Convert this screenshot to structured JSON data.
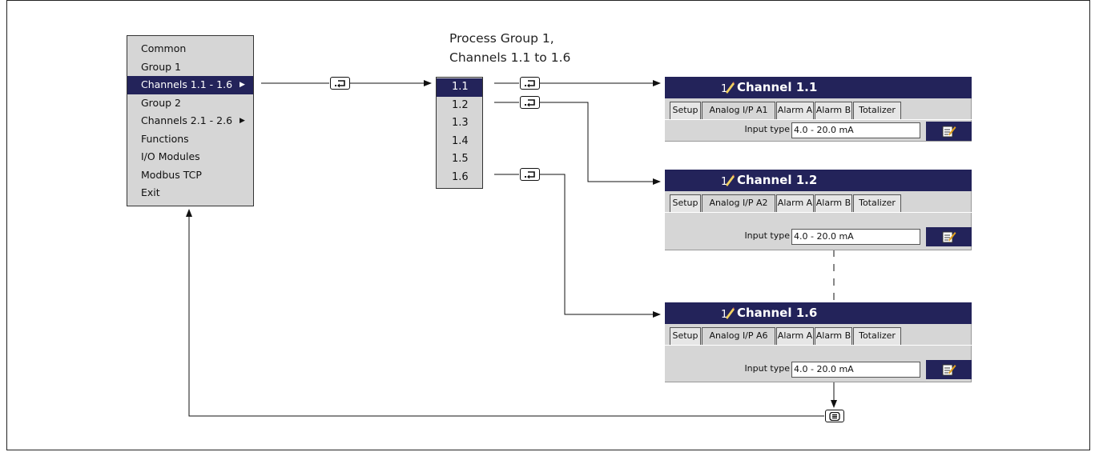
{
  "menu": {
    "items": [
      {
        "label": "Common"
      },
      {
        "label": "Group 1"
      },
      {
        "label": "Channels 1.1 - 1.6"
      },
      {
        "label": "Group 2"
      },
      {
        "label": "Channels 2.1 - 2.6"
      },
      {
        "label": "Functions"
      },
      {
        "label": "I/O Modules"
      },
      {
        "label": "Modbus TCP"
      },
      {
        "label": "Exit"
      }
    ],
    "selected_index": 2
  },
  "process_group": {
    "title_line1": "Process Group 1,",
    "title_line2": "Channels 1.1 to 1.6"
  },
  "channel_list": {
    "items": [
      "1.1",
      "1.2",
      "1.3",
      "1.4",
      "1.5",
      "1.6"
    ],
    "selected_index": 0
  },
  "panels": [
    {
      "title": "Channel 1.1",
      "tabs": [
        "Setup",
        "Analog I/P A1",
        "Alarm A",
        "Alarm B",
        "Totalizer"
      ],
      "input_label": "Input type",
      "input_value": "4.0 - 20.0 mA"
    },
    {
      "title": "Channel 1.2",
      "tabs": [
        "Setup",
        "Analog I/P A2",
        "Alarm A",
        "Alarm B",
        "Totalizer"
      ],
      "input_label": "Input type",
      "input_value": "4.0 - 20.0 mA"
    },
    {
      "title": "Channel 1.6",
      "tabs": [
        "Setup",
        "Analog I/P A6",
        "Alarm A",
        "Alarm B",
        "Totalizer"
      ],
      "input_label": "Input type",
      "input_value": "4.0 - 20.0 mA"
    }
  ],
  "icons": {
    "enter_key": "enter-key-icon",
    "menu_key": "menu-key-icon",
    "channel_pen": "pen-icon",
    "edit": "edit-icon",
    "submenu": "submenu-arrow-icon"
  },
  "colors": {
    "header_bg": "#23235a",
    "panel_bg": "#d6d6d6",
    "selection_bg": "#23235a"
  }
}
